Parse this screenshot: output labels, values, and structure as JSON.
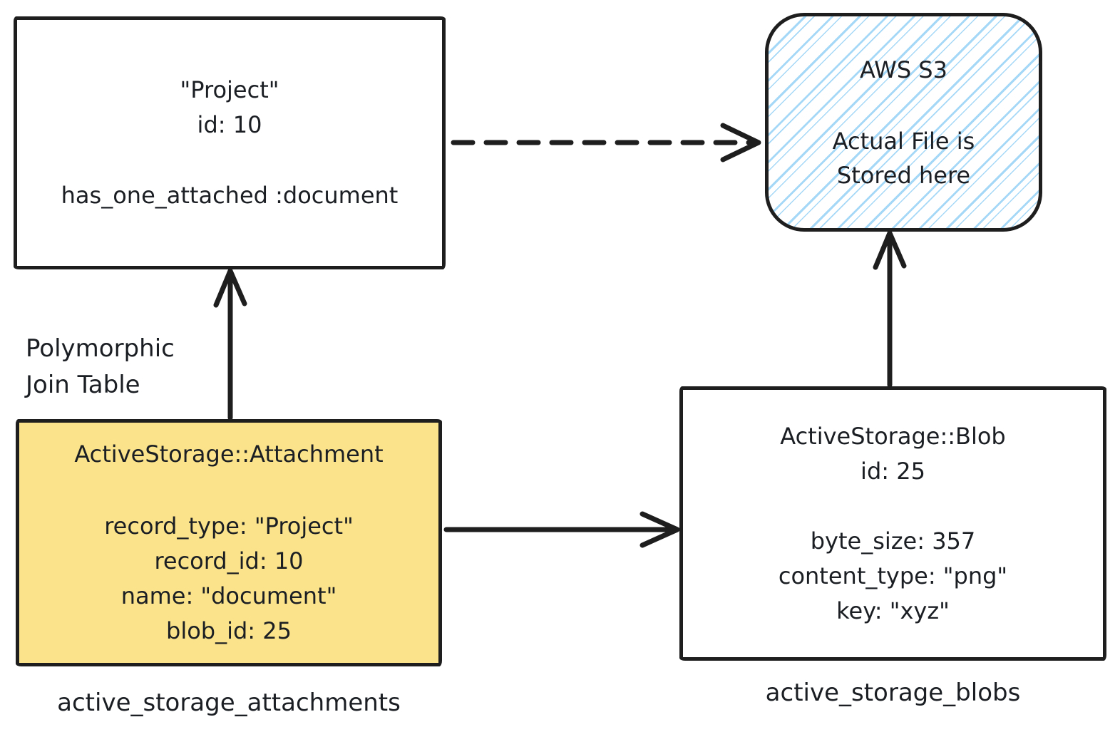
{
  "boxes": {
    "project": {
      "name_line": "\"Project\"",
      "id_line": "id: 10",
      "association_line": "has_one_attached :document"
    },
    "s3": {
      "title": "AWS S3",
      "note_line1": "Actual File is",
      "note_line2": "Stored here"
    },
    "attachment": {
      "title": "ActiveStorage::Attachment",
      "fields": [
        "record_type: \"Project\"",
        "record_id: 10",
        "name: \"document\"",
        "blob_id: 25"
      ],
      "table_label": "active_storage_attachments"
    },
    "blob": {
      "title": "ActiveStorage::Blob",
      "id_line": "id: 25",
      "fields": [
        "byte_size: 357",
        "content_type: \"png\"",
        "key: \"xyz\""
      ],
      "table_label": "active_storage_blobs"
    }
  },
  "annotations": {
    "polymorphic_line1": "Polymorphic",
    "polymorphic_line2": "Join Table"
  },
  "colors": {
    "stroke": "#1e1e1e",
    "attachment_fill": "#FAE38A",
    "s3_hatch_blue": "#A5D8F7",
    "background": "#ffffff"
  }
}
